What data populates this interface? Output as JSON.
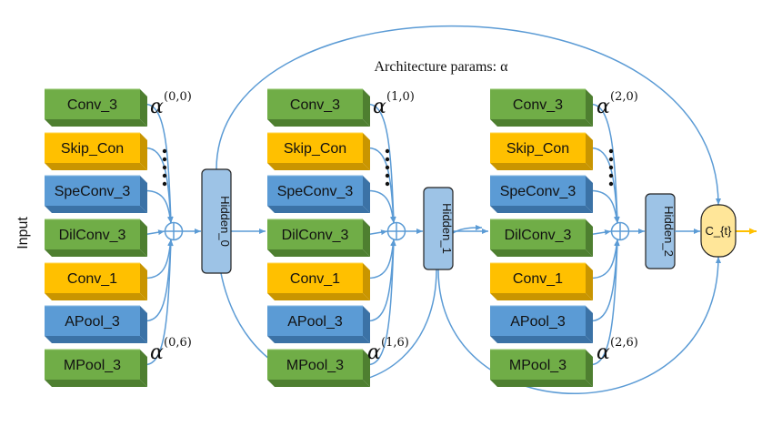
{
  "title": "Architecture params: α",
  "input_label": "Input",
  "colors": {
    "green": "#70ad47",
    "yellow": "#ffc000",
    "blue": "#5b9bd5",
    "edge": "#5b9bd5",
    "hidden_fill": "#9dc3e6",
    "cell_fill": "#ffe699",
    "output_arrow": "#ffc000"
  },
  "stages": [
    {
      "ops": [
        "Conv_3",
        "Skip_Con",
        "SpeConv_3",
        "DilConv_3",
        "Conv_1",
        "APool_3",
        "MPool_3"
      ],
      "alpha_top": "(0,0)",
      "alpha_bottom": "(0,6)",
      "hidden": "Hidden_0"
    },
    {
      "ops": [
        "Conv_3",
        "Skip_Con",
        "SpeConv_3",
        "DilConv_3",
        "Conv_1",
        "APool_3",
        "MPool_3"
      ],
      "alpha_top": "(1,0)",
      "alpha_bottom": "(1,6)",
      "hidden": "Hidden_1"
    },
    {
      "ops": [
        "Conv_3",
        "Skip_Con",
        "SpeConv_3",
        "DilConv_3",
        "Conv_1",
        "APool_3",
        "MPool_3"
      ],
      "alpha_top": "(2,0)",
      "alpha_bottom": "(2,6)",
      "hidden": "Hidden_2"
    }
  ],
  "alpha_symbol": "α",
  "output_cell": "C_{t}"
}
